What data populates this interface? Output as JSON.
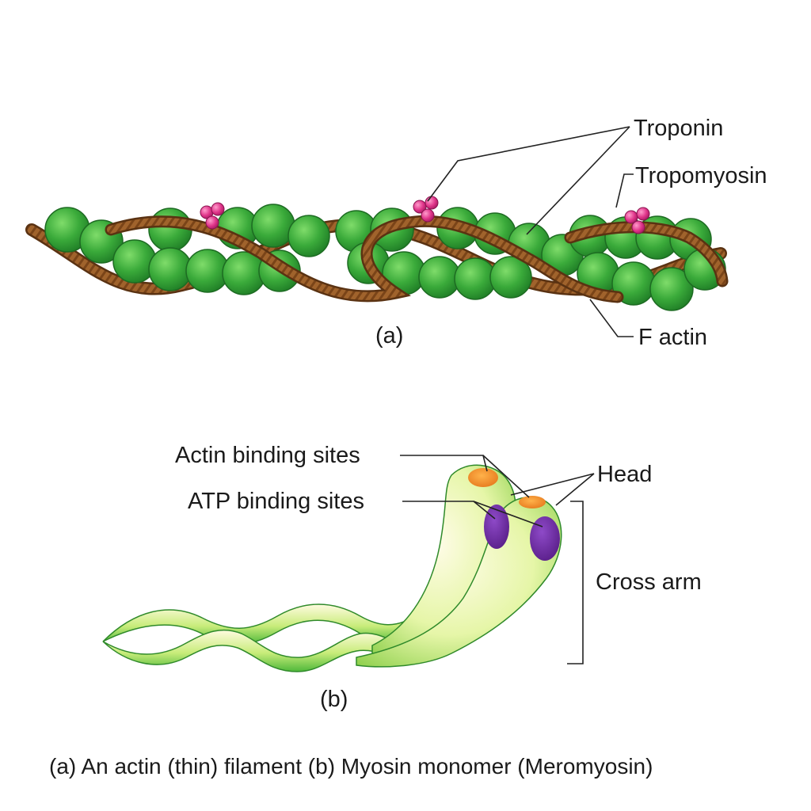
{
  "panel_a": {
    "label": "(a)",
    "labels": {
      "troponin": "Troponin",
      "tropomyosin": "Tropomyosin",
      "f_actin": "F actin"
    }
  },
  "panel_b": {
    "label": "(b)",
    "labels": {
      "actin_binding_sites": "Actin binding sites",
      "atp_binding_sites": "ATP binding sites",
      "head": "Head",
      "cross_arm": "Cross arm"
    }
  },
  "caption": "(a) An actin (thin) filament  (b) Myosin monomer (Meromyosin)",
  "colors": {
    "actin_bead": "#3aaa3a",
    "tropomyosin": "#a0632c",
    "troponin": "#e0358a",
    "actin_binding": "#f08c1e",
    "atp_binding": "#6a2a9a",
    "myosin_body": "#7ccf3a"
  }
}
